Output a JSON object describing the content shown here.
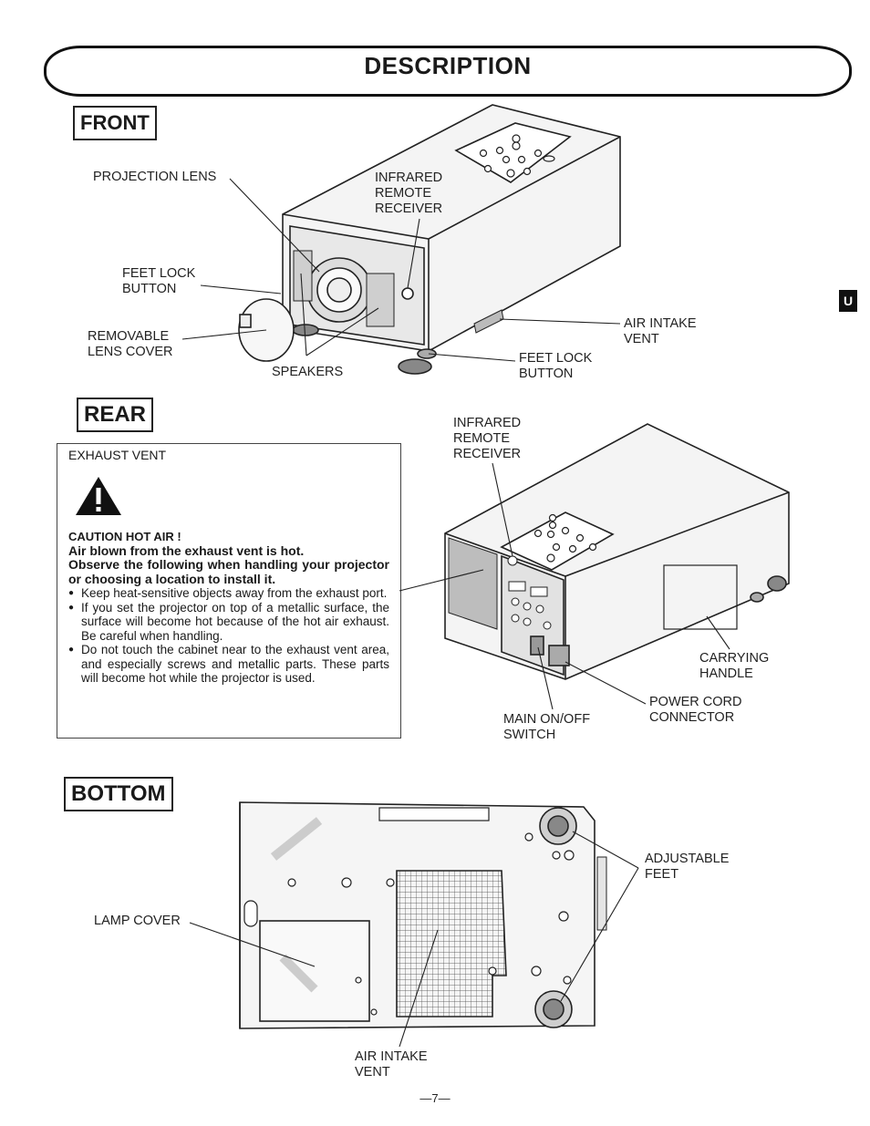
{
  "title": "DESCRIPTION",
  "side_tab": "U",
  "sections": {
    "front": "FRONT",
    "rear": "REAR",
    "bottom": "BOTTOM"
  },
  "front_labels": {
    "projection_lens": "PROJECTION LENS",
    "infrared_remote_receiver": "INFRARED\nREMOTE\nRECEIVER",
    "feet_lock_button_left": "FEET LOCK\nBUTTON",
    "removable_lens_cover": "REMOVABLE\nLENS COVER",
    "speakers": "SPEAKERS",
    "air_intake_vent": "AIR INTAKE\nVENT",
    "feet_lock_button_right": "FEET LOCK\nBUTTON"
  },
  "rear_labels": {
    "infrared_remote_receiver": "INFRARED\nREMOTE\nRECEIVER",
    "carrying_handle": "CARRYING\nHANDLE",
    "power_cord_connector": "POWER CORD\nCONNECTOR",
    "main_switch": "MAIN ON/OFF\nSWITCH"
  },
  "caution": {
    "exhaust_vent": "EXHAUST VENT",
    "heading": "CAUTION HOT AIR !",
    "intro_1": "Air blown from the exhaust vent is hot.",
    "intro_2": "Observe the following when handling your projector or choosing a location to install it.",
    "bullets": [
      "Keep heat-sensitive objects away from the exhaust port.",
      "If you set the projector on top of a metallic surface, the surface will become hot because of the hot air exhaust. Be careful when handling.",
      "Do not touch the cabinet near to the exhaust vent area, and especially screws and metallic parts. These parts will become hot while the projector is used."
    ]
  },
  "bottom_labels": {
    "adjustable_feet": "ADJUSTABLE\nFEET",
    "lamp_cover": "LAMP COVER",
    "air_intake_vent": "AIR INTAKE\nVENT"
  },
  "page_number": "—7—"
}
